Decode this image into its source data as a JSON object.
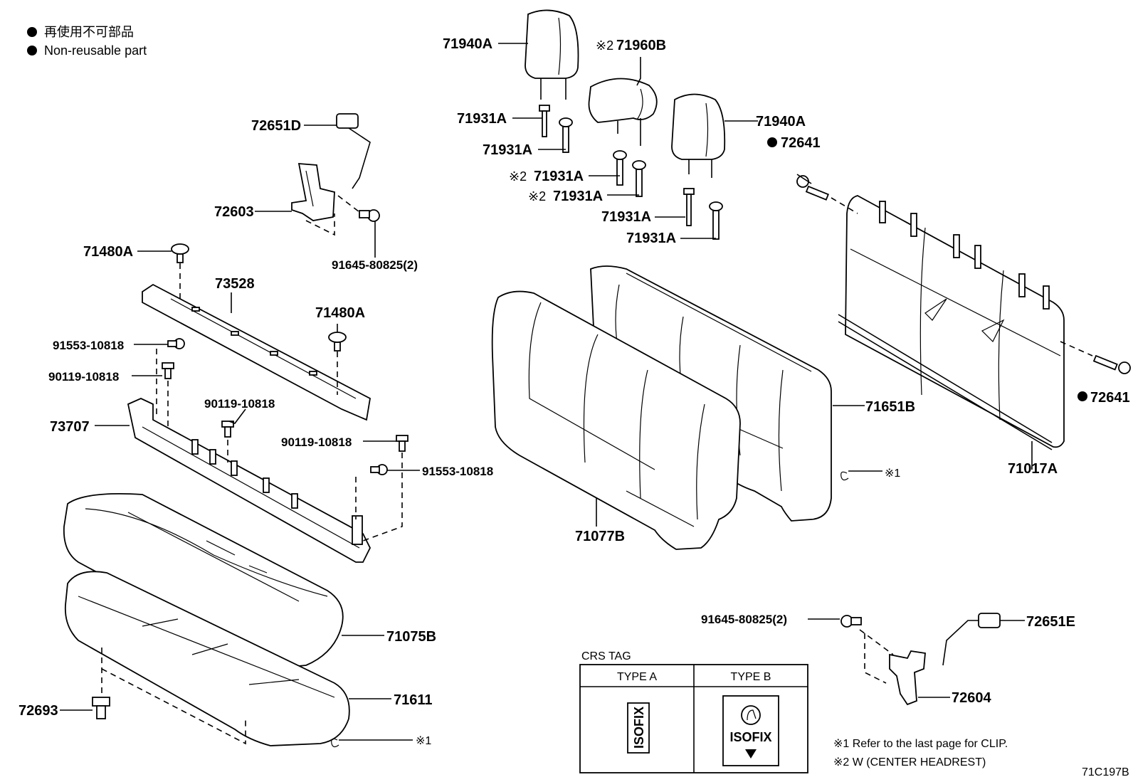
{
  "legend": {
    "japanese": "再使用不可部品",
    "english": "Non-reusable part"
  },
  "parts": {
    "p71940A_left": "71940A",
    "p71960B": "71960B",
    "p71960B_mark": "※2",
    "p71931A_1": "71931A",
    "p71931A_2": "71931A",
    "p71931A_3": "71931A",
    "p71931A_3_mark": "※2",
    "p71931A_4": "71931A",
    "p71931A_4_mark": "※2",
    "p71931A_5": "71931A",
    "p71931A_6": "71931A",
    "p71940A_right": "71940A",
    "p72641_top": "72641",
    "p72641_right": "72641",
    "p72651D": "72651D",
    "p72603": "72603",
    "p91645_top": "91645-80825(2)",
    "p71480A_1": "71480A",
    "p73528": "73528",
    "p71480A_2": "71480A",
    "p91553_1": "91553-10818",
    "p90119_1": "90119-10818",
    "p90119_2": "90119-10818",
    "p73707": "73707",
    "p90119_3": "90119-10818",
    "p91553_2": "91553-10818",
    "p71651B": "71651B",
    "p71651B_ref": "※1",
    "p71017A": "71017A",
    "p71077B": "71077B",
    "p71075B": "71075B",
    "p71611": "71611",
    "p71611_ref": "※1",
    "p72693": "72693",
    "p91645_bottom": "91645-80825(2)",
    "p72651E": "72651E",
    "p72604": "72604"
  },
  "crs_tag": {
    "title": "CRS TAG",
    "type_a": "TYPE A",
    "type_b": "TYPE B",
    "tag_text": "ISOFIX"
  },
  "notes": {
    "note1": "※1 Refer to the last page for CLIP.",
    "note2": "※2 W (CENTER  HEADREST)"
  },
  "figure_id": "71C197B"
}
